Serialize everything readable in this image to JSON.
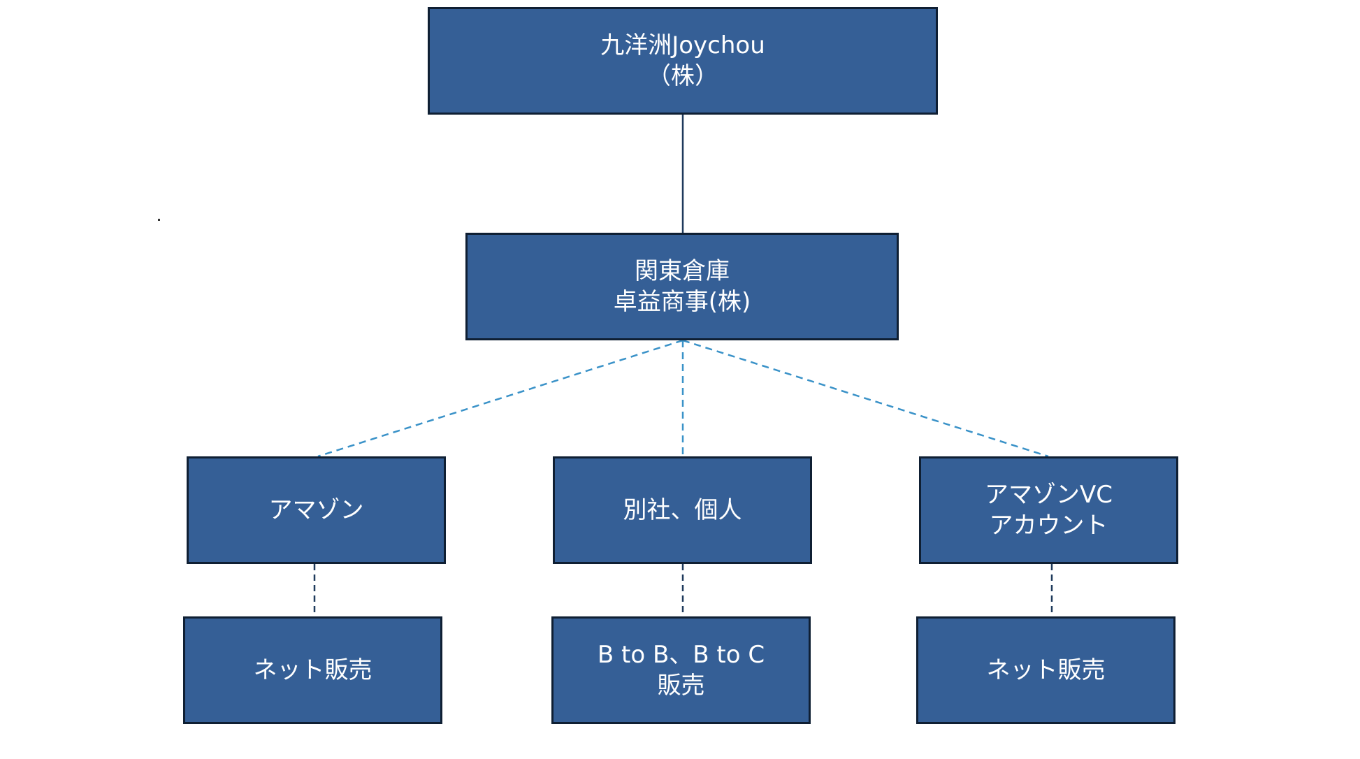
{
  "colors": {
    "box_fill": "#355f96",
    "box_border": "#0f1f33",
    "box_text": "#ffffff",
    "solid_connector": "#1f3a5c",
    "dashed_connector_main": "#3a92c8",
    "dashed_connector_sub": "#1f3a5c"
  },
  "nodes": {
    "top": {
      "line1": "九洋洲Joychou",
      "line2": "（株）"
    },
    "mid": {
      "line1": "関東倉庫",
      "line2": "卓益商事(株)"
    },
    "left1": {
      "line1": "アマゾン"
    },
    "center1": {
      "line1": "別社、個人"
    },
    "right1": {
      "line1": "アマゾンVC",
      "line2": "アカウント"
    },
    "left2": {
      "line1": "ネット販売"
    },
    "center2": {
      "line1": "B to B、B to C",
      "line2": "販売"
    },
    "right2": {
      "line1": "ネット販売"
    }
  }
}
